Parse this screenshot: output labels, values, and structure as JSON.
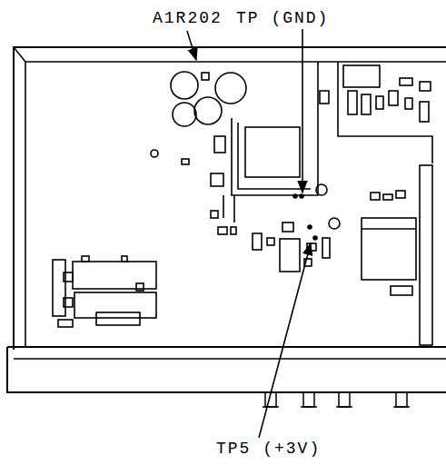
{
  "diagram": {
    "labels": [
      "A1R202",
      "TP (GND)",
      "TP5 (+3V)"
    ]
  }
}
